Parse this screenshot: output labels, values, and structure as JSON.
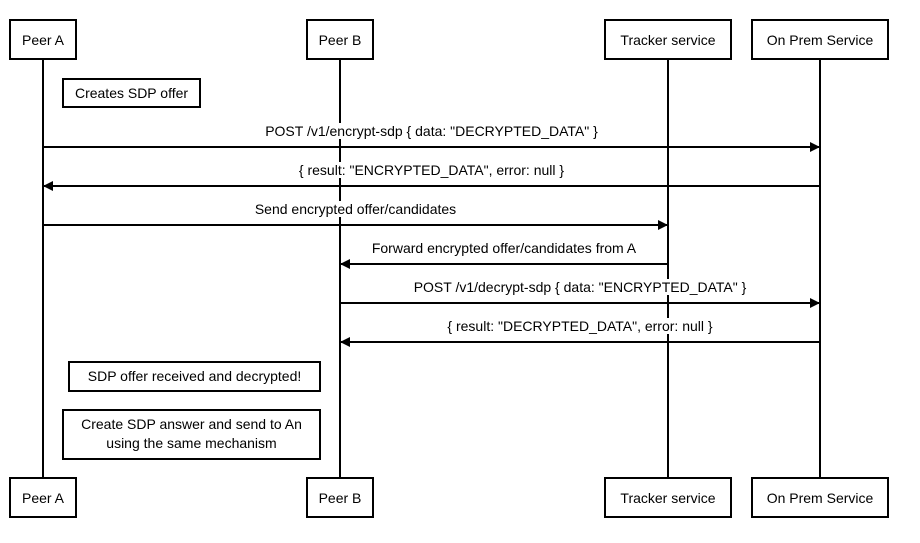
{
  "participants": [
    "Peer A",
    "Peer B",
    "Tracker service",
    "On Prem Service"
  ],
  "notes": [
    {
      "lines": [
        "Creates SDP offer"
      ]
    },
    {
      "lines": [
        "SDP offer received and decrypted!"
      ]
    },
    {
      "lines": [
        "Create SDP answer and send to An",
        "using the same mechanism"
      ]
    }
  ],
  "messages": [
    {
      "from": "Peer A",
      "to": "On Prem Service",
      "label": "POST /v1/encrypt-sdp { data: \"DECRYPTED_DATA\" }"
    },
    {
      "from": "On Prem Service",
      "to": "Peer A",
      "label": "{ result: \"ENCRYPTED_DATA\", error: null }"
    },
    {
      "from": "Peer A",
      "to": "Tracker service",
      "label": "Send encrypted offer/candidates"
    },
    {
      "from": "Tracker service",
      "to": "Peer B",
      "label": "Forward encrypted offer/candidates from A"
    },
    {
      "from": "Peer B",
      "to": "On Prem Service",
      "label": "POST /v1/decrypt-sdp { data: \"ENCRYPTED_DATA\" }"
    },
    {
      "from": "On Prem Service",
      "to": "Peer B",
      "label": "{ result: \"DECRYPTED_DATA\", error: null }"
    }
  ]
}
